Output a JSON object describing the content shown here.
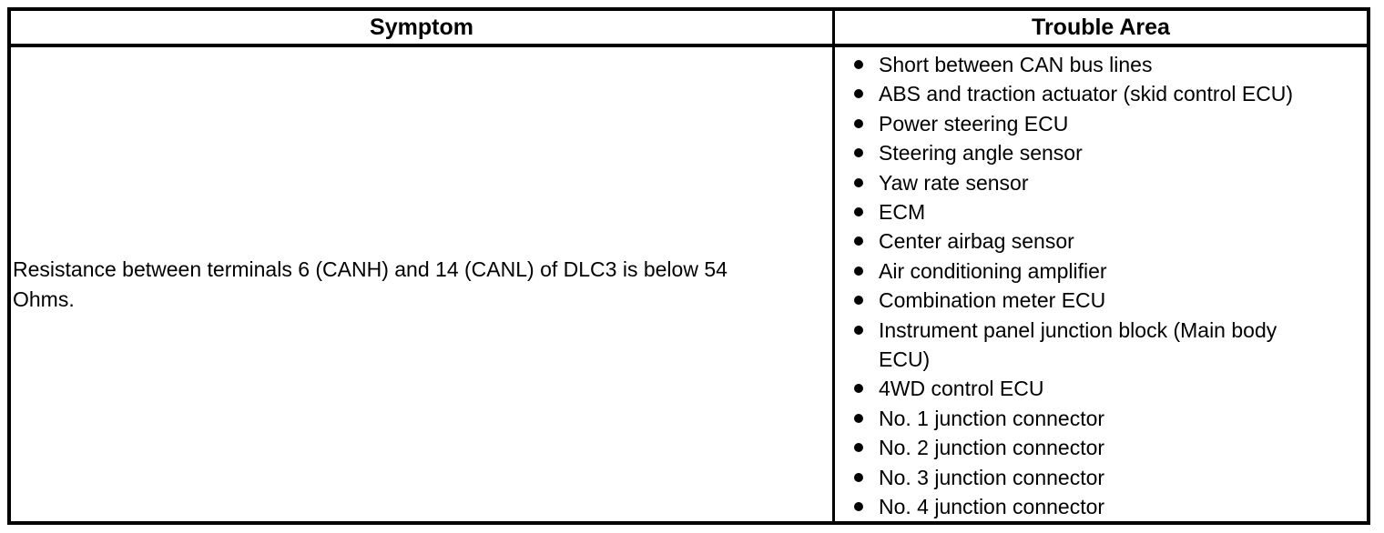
{
  "table": {
    "columns": [
      {
        "key": "symptom",
        "label": "Symptom"
      },
      {
        "key": "trouble_area",
        "label": "Trouble Area"
      }
    ],
    "rows": [
      {
        "symptom": "Resistance between terminals 6 (CANH) and 14 (CANL) of DLC3 is below 54 Ohms.",
        "trouble_areas": [
          "Short between CAN bus lines",
          "ABS and traction actuator (skid control ECU)",
          "Power steering ECU",
          "Steering angle sensor",
          "Yaw rate sensor",
          "ECM",
          "Center airbag sensor",
          "Air conditioning amplifier",
          "Combination meter ECU",
          "Instrument panel junction block (Main body ECU)",
          "4WD control ECU",
          "No. 1 junction connector",
          "No. 2 junction connector",
          "No. 3 junction connector",
          "No. 4 junction connector"
        ]
      }
    ]
  },
  "colors": {
    "border": "#000000",
    "text": "#000000",
    "background": "#ffffff"
  },
  "icons": {
    "bullet": "filled-circle"
  }
}
